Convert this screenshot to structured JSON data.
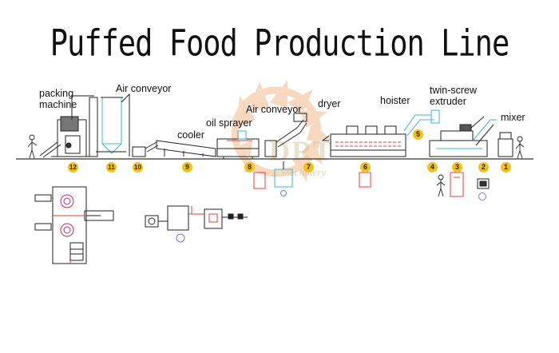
{
  "title": "Puffed Food Production Line",
  "stations": [
    {
      "number": "1",
      "label": "mixer"
    },
    {
      "number": "2",
      "label": ""
    },
    {
      "number": "3",
      "label": "twin-screw\nextruder"
    },
    {
      "number": "4",
      "label": ""
    },
    {
      "number": "5",
      "label": "hoister"
    },
    {
      "number": "6",
      "label": "dryer"
    },
    {
      "number": "7",
      "label": "Air conveyor"
    },
    {
      "number": "8",
      "label": "oil sprayer"
    },
    {
      "number": "9",
      "label": "cooler"
    },
    {
      "number": "10",
      "label": ""
    },
    {
      "number": "11",
      "label": "Air conveyor"
    },
    {
      "number": "12",
      "label": "packing\nmachine"
    }
  ],
  "watermark": {
    "brand": "DRT",
    "tagline": "... machinery"
  },
  "colors": {
    "badge": "#f2c21b",
    "wiring": "#e0413b",
    "accent": "#3fb7c9",
    "watermark": "#f3b98a",
    "line": "#222222",
    "control": "#6f7fd6"
  }
}
